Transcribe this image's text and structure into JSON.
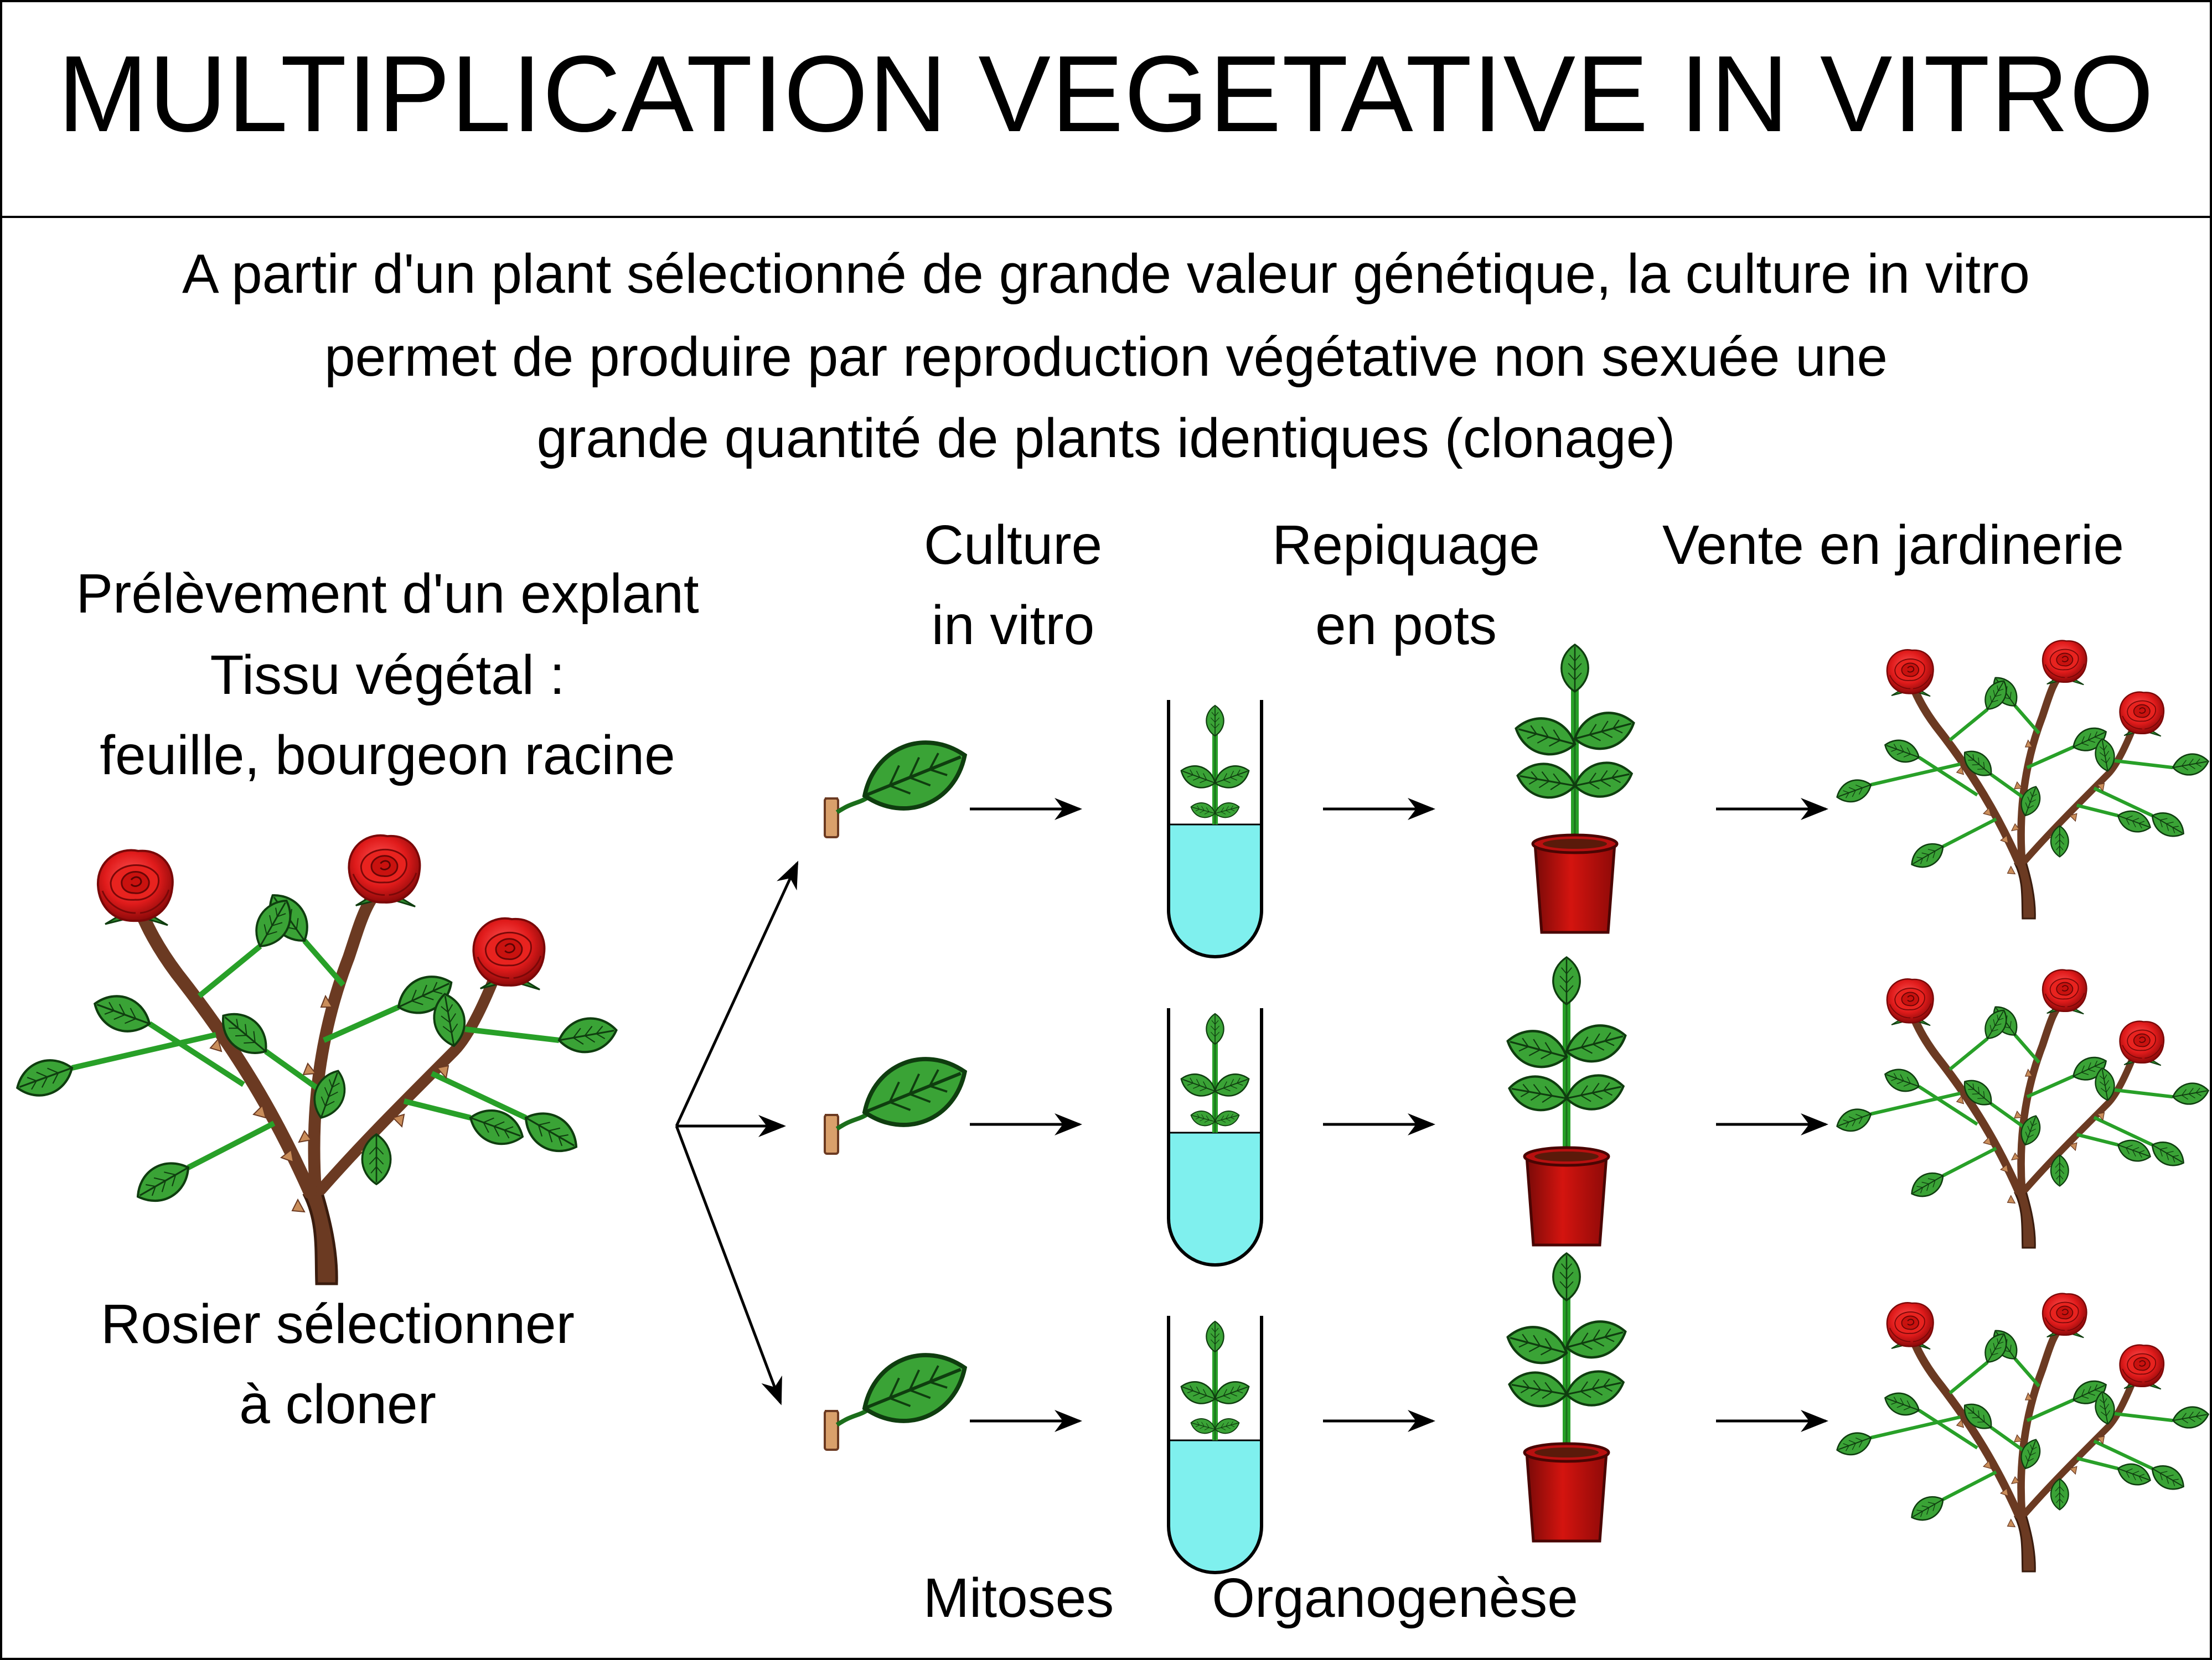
{
  "title": "MULTIPLICATION VEGETATIVE IN VITRO",
  "intro": [
    "A partir d'un plant sélectionné de grande valeur génétique, la culture in vitro",
    "permet de produire par reproduction végétative non sexuée une",
    "grande quantité de plants identiques (clonage)"
  ],
  "explant_label": [
    "Prélèvement d'un explant",
    "Tissu végétal  :",
    "feuille, bourgeon racine"
  ],
  "parent_label": [
    "Rosier sélectionner",
    "à cloner"
  ],
  "stages": {
    "culture": [
      "Culture",
      "in vitro"
    ],
    "repiquage": [
      "Repiquage",
      "en pots"
    ],
    "vente": "Vente en jardinerie"
  },
  "processes": {
    "mitoses": "Mitoses",
    "organogenese": "Organogenèse"
  },
  "rows": 3,
  "colors": {
    "leaf": "#3aa336",
    "leaf_dark": "#1b6e1b",
    "stem": "#28a028",
    "trunk": "#6b3a22",
    "thorn": "#c98d5a",
    "rose": "#e01b1b",
    "rose_dark": "#8e0a0a",
    "medium": "#7ff0ee",
    "pot": "#c8120f",
    "pot_dark": "#7a0a08",
    "explant_stub": "#d9a06b"
  }
}
